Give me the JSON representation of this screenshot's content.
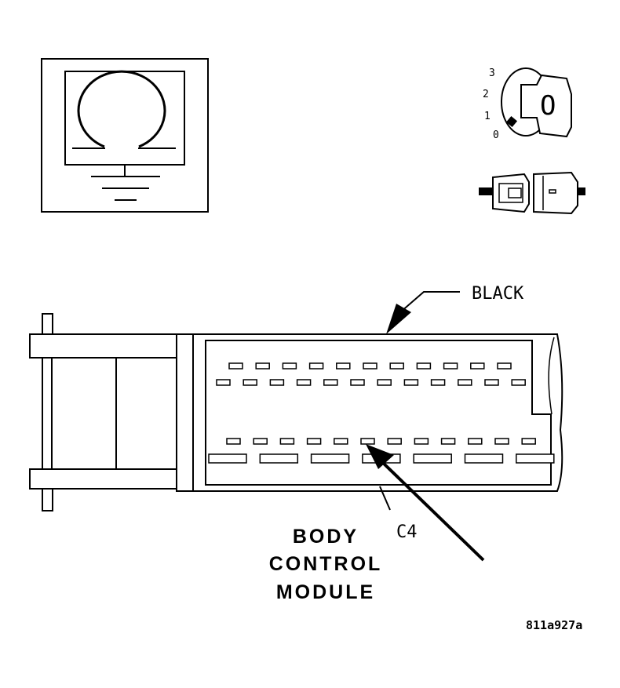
{
  "ohmmeter": {
    "symbol": "ohm-symbol"
  },
  "ignition": {
    "positions": [
      "3",
      "2",
      "1",
      "0"
    ],
    "key_glyph": "O"
  },
  "connector": {
    "color_label": "BLACK",
    "id_label": "C4",
    "top_row_count": 11,
    "second_row_count": 12,
    "third_row_count": 12,
    "bottom_row_count": 7
  },
  "title": {
    "line1": "BODY",
    "line2": "CONTROL",
    "line3": "MODULE"
  },
  "figure_id": "811a927a"
}
